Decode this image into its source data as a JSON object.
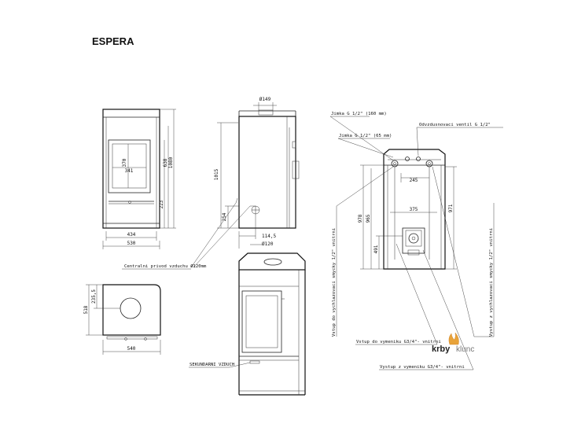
{
  "title": "ESPERA",
  "front": {
    "width_inner": "434",
    "width_outer": "530",
    "opening_width": "341",
    "opening_height": "370",
    "height_mid": "638",
    "height_total": "1080",
    "height_lower": "223"
  },
  "side": {
    "top_diameter": "Ø149",
    "height": "1015",
    "low_height": "254",
    "offset": "114,5",
    "bottom_diameter": "Ø120"
  },
  "top": {
    "depth": "518",
    "half_depth": "235,5",
    "width": "540"
  },
  "back": {
    "dim_245": "245",
    "dim_375": "375",
    "h_978": "978",
    "h_965": "965",
    "h_491": "491",
    "h_971": "971"
  },
  "labels": {
    "central_air": "Centralni privod vzduchu Ø120mm",
    "secondary_air": "SEKUNDARNI VZDUCH",
    "sleeve_160": "Jimka G 1/2\" (160 mm)",
    "sleeve_65": "Jimka G 1/2\" (65 mm)",
    "vent_valve": "Odvzdusnovaci ventil G 1/2\"",
    "cooling_in": "Vstup do vychlazovaci smycky 1/2\" vnitrni",
    "cooling_out": "Vystup z vychlazovaci smycky 1/2\" vnitrni",
    "exchanger_in": "Vstup do vymeniku G3/4\"- vnitrni",
    "exchanger_out": "Vystup z vymeniku G3/4\"- vnitrni"
  },
  "logo": {
    "part1": "krby",
    "part2": "klunc"
  }
}
